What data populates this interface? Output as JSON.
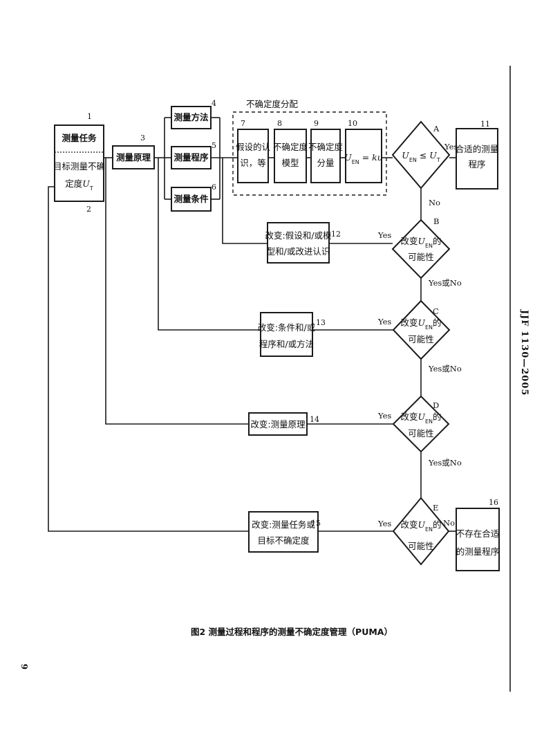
{
  "group_label": "不确定度分配",
  "nodes": {
    "n1": {
      "num": "1",
      "text": "测量任务"
    },
    "n2": {
      "num": "2",
      "line1": "目标测量不确",
      "line2_prefix": "定度",
      "symbol": "U",
      "sub": "T"
    },
    "n3": {
      "num": "3",
      "text": "测量原理"
    },
    "n4": {
      "num": "4",
      "text": "测量方法"
    },
    "n5": {
      "num": "5",
      "text": "测量程序"
    },
    "n6": {
      "num": "6",
      "text": "测量条件"
    },
    "n7": {
      "num": "7",
      "line1": "假设的认",
      "line2": "识，等"
    },
    "n8": {
      "num": "8",
      "line1": "不确定度",
      "line2": "模型"
    },
    "n9": {
      "num": "9",
      "line1": "不确定度",
      "line2": "分量"
    },
    "n10": {
      "num": "10",
      "symbol": "U",
      "sub": "EN",
      "rest": " = ku"
    },
    "n11": {
      "num": "11",
      "line1": "合适的测量",
      "line2": "程序"
    },
    "n12": {
      "num": "12",
      "line1": "改变:假设和/或模",
      "line2": "型和/或改进认识"
    },
    "n13": {
      "num": "13",
      "line1": "改变:条件和/或",
      "line2": "程序和/或方法"
    },
    "n14": {
      "num": "14",
      "text": "改变:测量原理"
    },
    "n15": {
      "num": "15",
      "line1": "改变:测量任务或",
      "line2": "目标不确定度"
    },
    "n16": {
      "num": "16",
      "line1": "不存在合适",
      "line2": "的测量程序"
    }
  },
  "decisions": {
    "A": {
      "letter": "A",
      "symbol": "U",
      "sub1": "EN",
      "op": " ≤ ",
      "sub2": "T"
    },
    "B": {
      "letter": "B",
      "line1_prefix": "改变",
      "symbol": "U",
      "sub": "EN",
      "line1_suffix": "的",
      "line2": "可能性"
    },
    "C": {
      "letter": "C",
      "line1_prefix": "改变",
      "symbol": "U",
      "sub": "EN",
      "line1_suffix": "的",
      "line2": "可能性"
    },
    "D": {
      "letter": "D",
      "line1_prefix": "改变",
      "symbol": "U",
      "sub": "EN",
      "line1_suffix": "的",
      "line2": "可能性"
    },
    "E": {
      "letter": "E",
      "line1_prefix": "改变",
      "symbol": "U",
      "sub": "EN",
      "line1_suffix": "的",
      "line2": "可能性"
    }
  },
  "edge_labels": {
    "a_yes": "Yes",
    "a_no": "No",
    "b_yes": "Yes",
    "b_next": "Yes或No",
    "c_yes": "Yes",
    "c_next": "Yes或No",
    "d_yes": "Yes",
    "d_next": "Yes或No",
    "e_yes": "Yes",
    "e_no": "No"
  },
  "caption": "图2   测量过程和程序的测量不确定度管理（PUMA）",
  "standard_id": "JJF 1130—2005",
  "page_number": "6"
}
